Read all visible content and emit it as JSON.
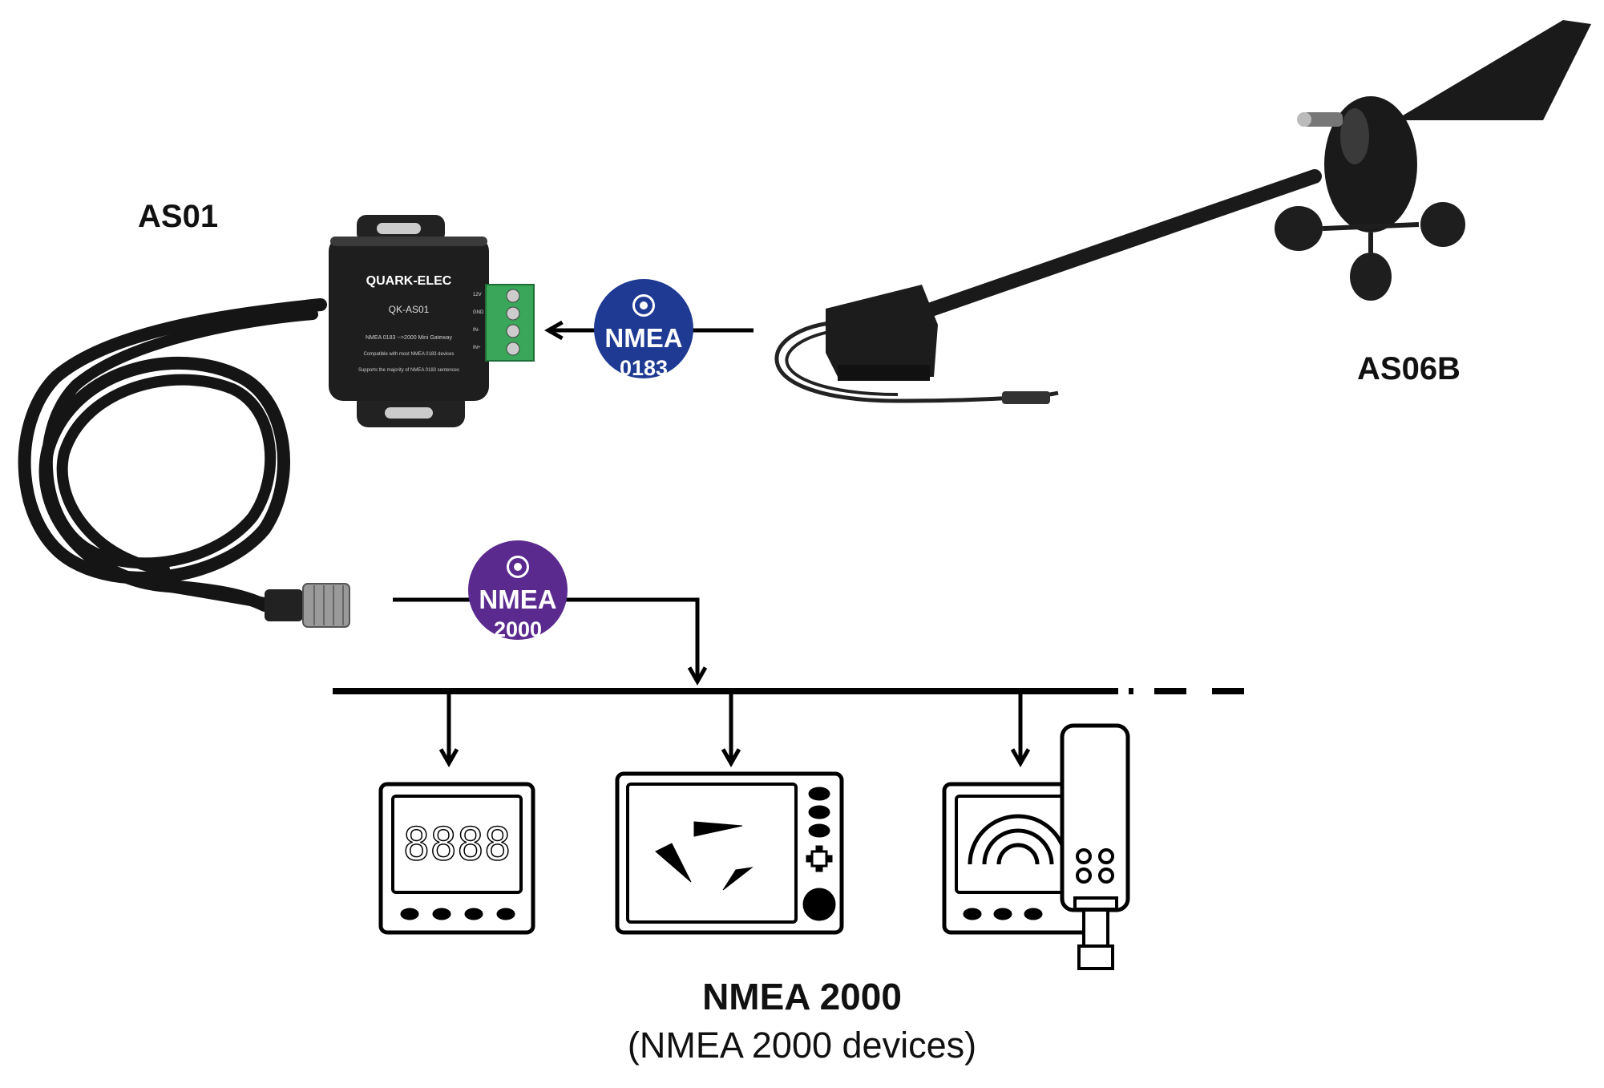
{
  "labels": {
    "gateway": "AS01",
    "sensor": "AS06B",
    "network_title": "NMEA 2000",
    "network_subtitle": "(NMEA 2000 devices)"
  },
  "badges": {
    "nmea0183": {
      "line1": "NMEA",
      "line2": "0183",
      "color": "#1f3a93",
      "icon": "target-icon"
    },
    "nmea2000": {
      "line1": "NMEA",
      "line2": "2000",
      "color": "#5b2a8f",
      "icon": "target-icon"
    }
  },
  "gateway_device": {
    "brand": "QUARK-ELEC",
    "model": "QK-AS01",
    "line1": "NMEA 0183 -->2000 Mini Gateway",
    "line2": "Compatible with most NMEA 0183 devices",
    "line3": "Supports the majority of NMEA 0183 sentences",
    "terminals": [
      "12V",
      "GND",
      "IN-",
      "IN+"
    ]
  },
  "display_digits": "8888"
}
